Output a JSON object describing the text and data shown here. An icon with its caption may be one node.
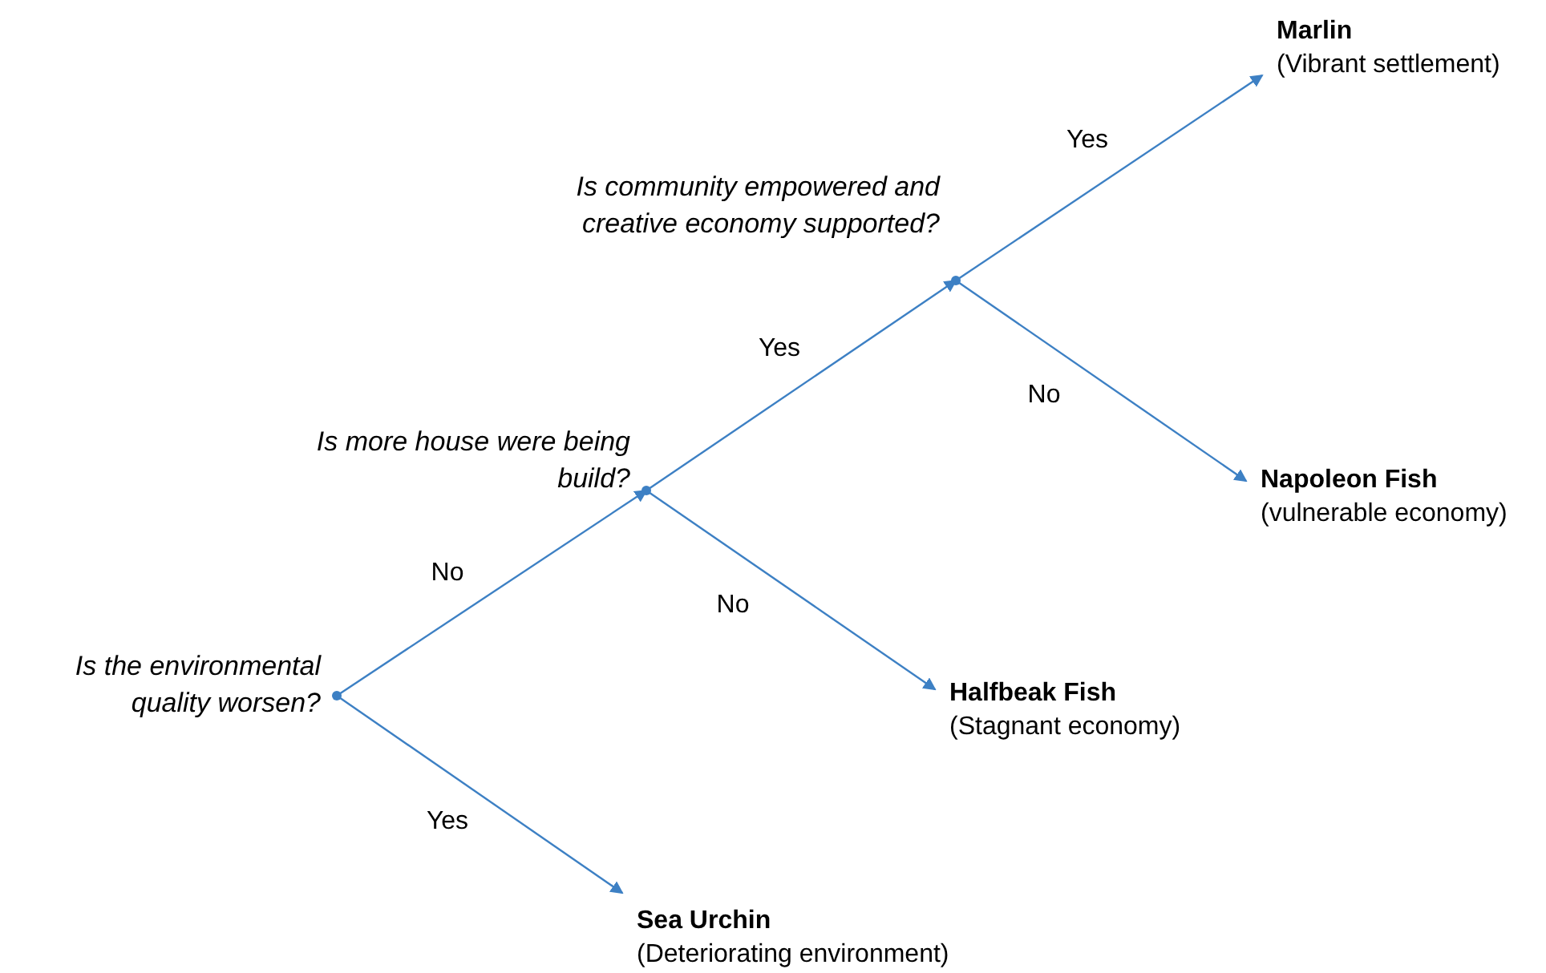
{
  "diagram": {
    "nodes": [
      {
        "text": [
          "Is the environmental quality worsen?"
        ]
      },
      {
        "text": [
          "Is more house were being build?"
        ]
      },
      {
        "text": [
          "Is community empowered and creative economy supported?"
        ]
      },
      {
        "text": [
          "Marlin",
          "(Vibrant settlement)"
        ]
      },
      {
        "text": [
          "Napoleon Fish",
          "(vulnerable economy)"
        ]
      },
      {
        "text": [
          "Halfbeak Fish",
          "(Stagnant economy)"
        ]
      },
      {
        "text": [
          "Sea Urchin",
          "(Deteriorating environment)"
        ]
      }
    ],
    "edges": [
      {
        "from": 0,
        "to": 1,
        "arrow": "to",
        "label": "No"
      },
      {
        "from": 0,
        "to": 6,
        "arrow": "to",
        "label": "Yes"
      },
      {
        "from": 1,
        "to": 2,
        "arrow": "to",
        "label": "Yes"
      },
      {
        "from": 1,
        "to": 5,
        "arrow": "to",
        "label": "No"
      },
      {
        "from": 2,
        "to": 3,
        "arrow": "to",
        "label": "Yes"
      },
      {
        "from": 2,
        "to": 4,
        "arrow": "to",
        "label": "No"
      }
    ]
  }
}
